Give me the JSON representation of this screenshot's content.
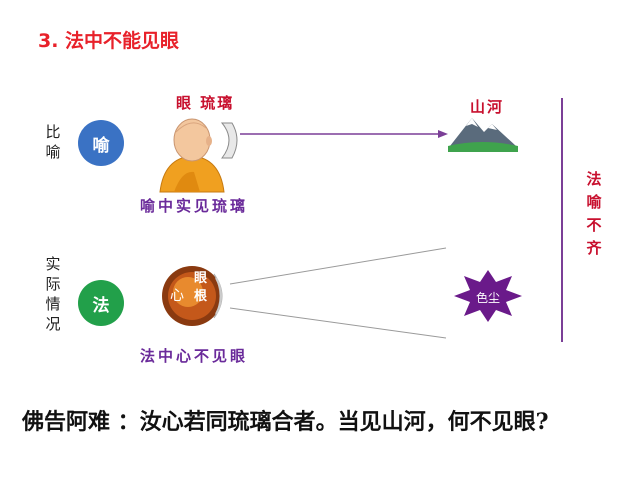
{
  "title": "3. 法中不能见眼",
  "row1": {
    "side_label": "比喻",
    "circle_label": "喻",
    "circle_color": "#3a72c4",
    "top_label": "眼 琉璃",
    "caption": "喻中实见琉璃",
    "target_label": "山河"
  },
  "row2": {
    "side_label": "实际情况",
    "circle_label": "法",
    "circle_color": "#22a04a",
    "eye_heart": "心",
    "eye_root": "眼根",
    "caption": "法中心不见眼",
    "dust_label": "色尘"
  },
  "side_conclusion": "法喻不齐",
  "footer": "佛告阿难 ：汝心若同琉璃合者。当见山河，何不见眼?"
}
